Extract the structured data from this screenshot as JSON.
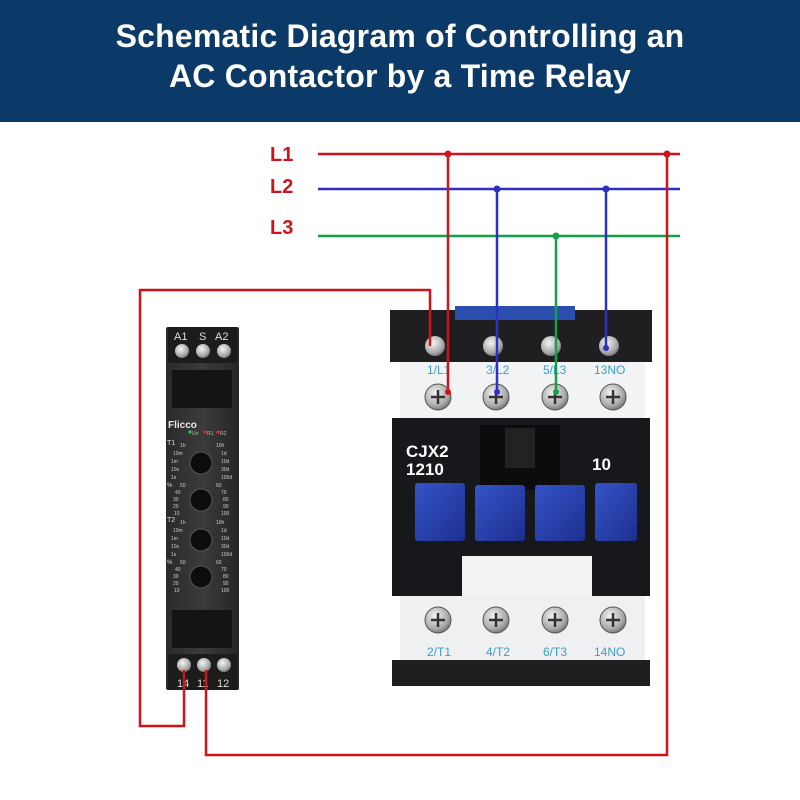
{
  "header": {
    "title_line1": "Schematic Diagram of Controlling an",
    "title_line2": "AC Contactor by a Time Relay"
  },
  "lines": [
    {
      "label": "L1",
      "color": "#d0121b"
    },
    {
      "label": "L2",
      "color": "#2f2fc2"
    },
    {
      "label": "L3",
      "color": "#12a04a"
    }
  ],
  "relay": {
    "brand": "Flicco",
    "top_terminals": [
      "A1",
      "S",
      "A2"
    ],
    "bottom_terminals": [
      "14",
      "11",
      "12"
    ],
    "led_labels": [
      "Un",
      "R1",
      "R2"
    ],
    "dial1": {
      "label": "T1",
      "left": [
        "1h",
        "10m",
        "1m",
        "10s",
        "1s"
      ],
      "right": [
        "10h",
        "1d",
        "10d",
        "30d",
        "100d"
      ]
    },
    "dial2": {
      "label": "%",
      "left": [
        "50",
        "40",
        "30",
        "20",
        "10"
      ],
      "right": [
        "60",
        "70",
        "80",
        "90",
        "100"
      ]
    },
    "dial3": {
      "label": "T2",
      "left": [
        "1h",
        "10m",
        "1m",
        "10s",
        "1s"
      ],
      "right": [
        "10h",
        "1d",
        "10d",
        "30d",
        "100d"
      ]
    },
    "dial4": {
      "label": "%",
      "left": [
        "50",
        "40",
        "30",
        "20",
        "10"
      ],
      "right": [
        "60",
        "70",
        "80",
        "90",
        "100"
      ]
    }
  },
  "contactor": {
    "model_line1": "CJX2",
    "model_line2": "1210",
    "aux": "10",
    "top_terminals": [
      "1/L1",
      "3/L2",
      "5/L3",
      "13NO"
    ],
    "bottom_terminals": [
      "2/T1",
      "4/T2",
      "6/T3",
      "14NO"
    ]
  }
}
